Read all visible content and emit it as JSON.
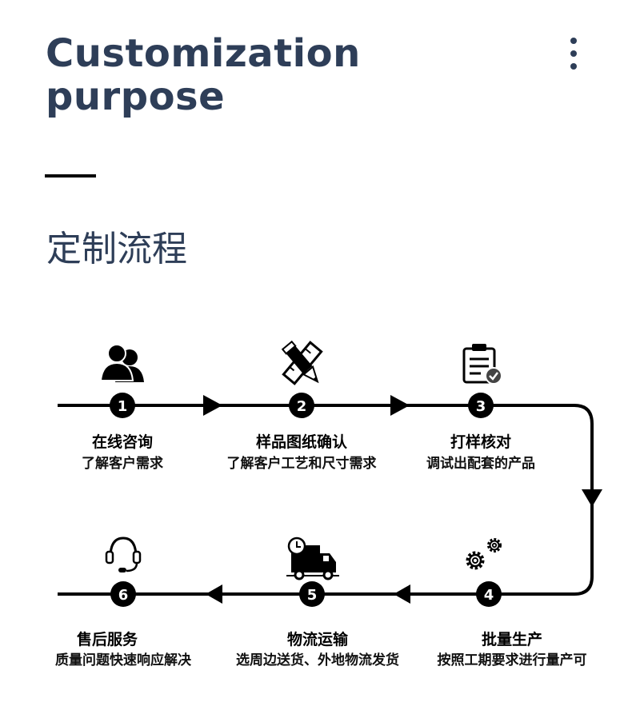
{
  "header": {
    "title_line1": "Customization",
    "title_line2": "purpose",
    "subtitle": "定制流程"
  },
  "colors": {
    "title": "#2e3e58",
    "line": "#000000",
    "step_circle": "#000000"
  },
  "steps": [
    {
      "num": "1",
      "icon": "user-group-icon",
      "name": "在线咨询",
      "desc": "了解客户需求"
    },
    {
      "num": "2",
      "icon": "pencil-ruler-icon",
      "name": "样品图纸确认",
      "desc": "了解客户工艺和尺寸需求"
    },
    {
      "num": "3",
      "icon": "clipboard-check-icon",
      "name": "打样核对",
      "desc": "调试出配套的产品"
    },
    {
      "num": "4",
      "icon": "gears-icon",
      "name": "批量生产",
      "desc": "按照工期要求进行量产可"
    },
    {
      "num": "5",
      "icon": "delivery-truck-icon",
      "name": "物流运输",
      "desc": "选周边送货、外地物流发货"
    },
    {
      "num": "6",
      "icon": "headset-icon",
      "name": "售后服务",
      "desc": "质量问题快速响应解决"
    }
  ]
}
